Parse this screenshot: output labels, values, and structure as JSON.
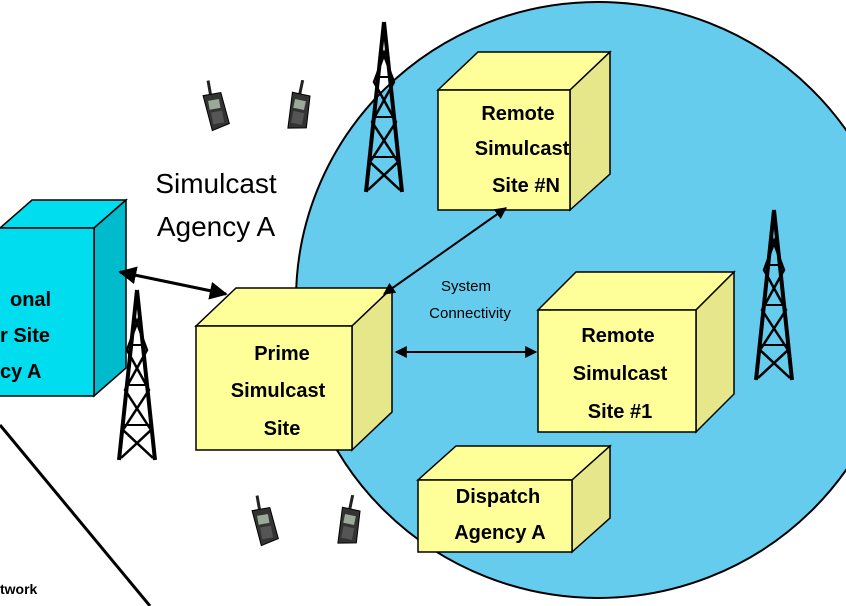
{
  "agency_label": [
    "Simulcast",
    "Agency A"
  ],
  "connectivity_label": [
    "System",
    "Connectivity"
  ],
  "sites": {
    "remote_n": [
      "Remote",
      "Simulcast",
      "Site #N"
    ],
    "remote_1": [
      "Remote",
      "Simulcast",
      "Site #1"
    ],
    "prime": [
      "Prime",
      "Simulcast",
      "Site"
    ],
    "dispatch": [
      "Dispatch",
      "Agency A"
    ],
    "regional_partial": [
      "onal",
      "r Site",
      "cy A"
    ]
  },
  "network_label": "twork",
  "colors": {
    "area_fill": "#66ccee",
    "site_box": "#ffff99",
    "regional_box": "#00ddee",
    "outline": "#000000"
  }
}
